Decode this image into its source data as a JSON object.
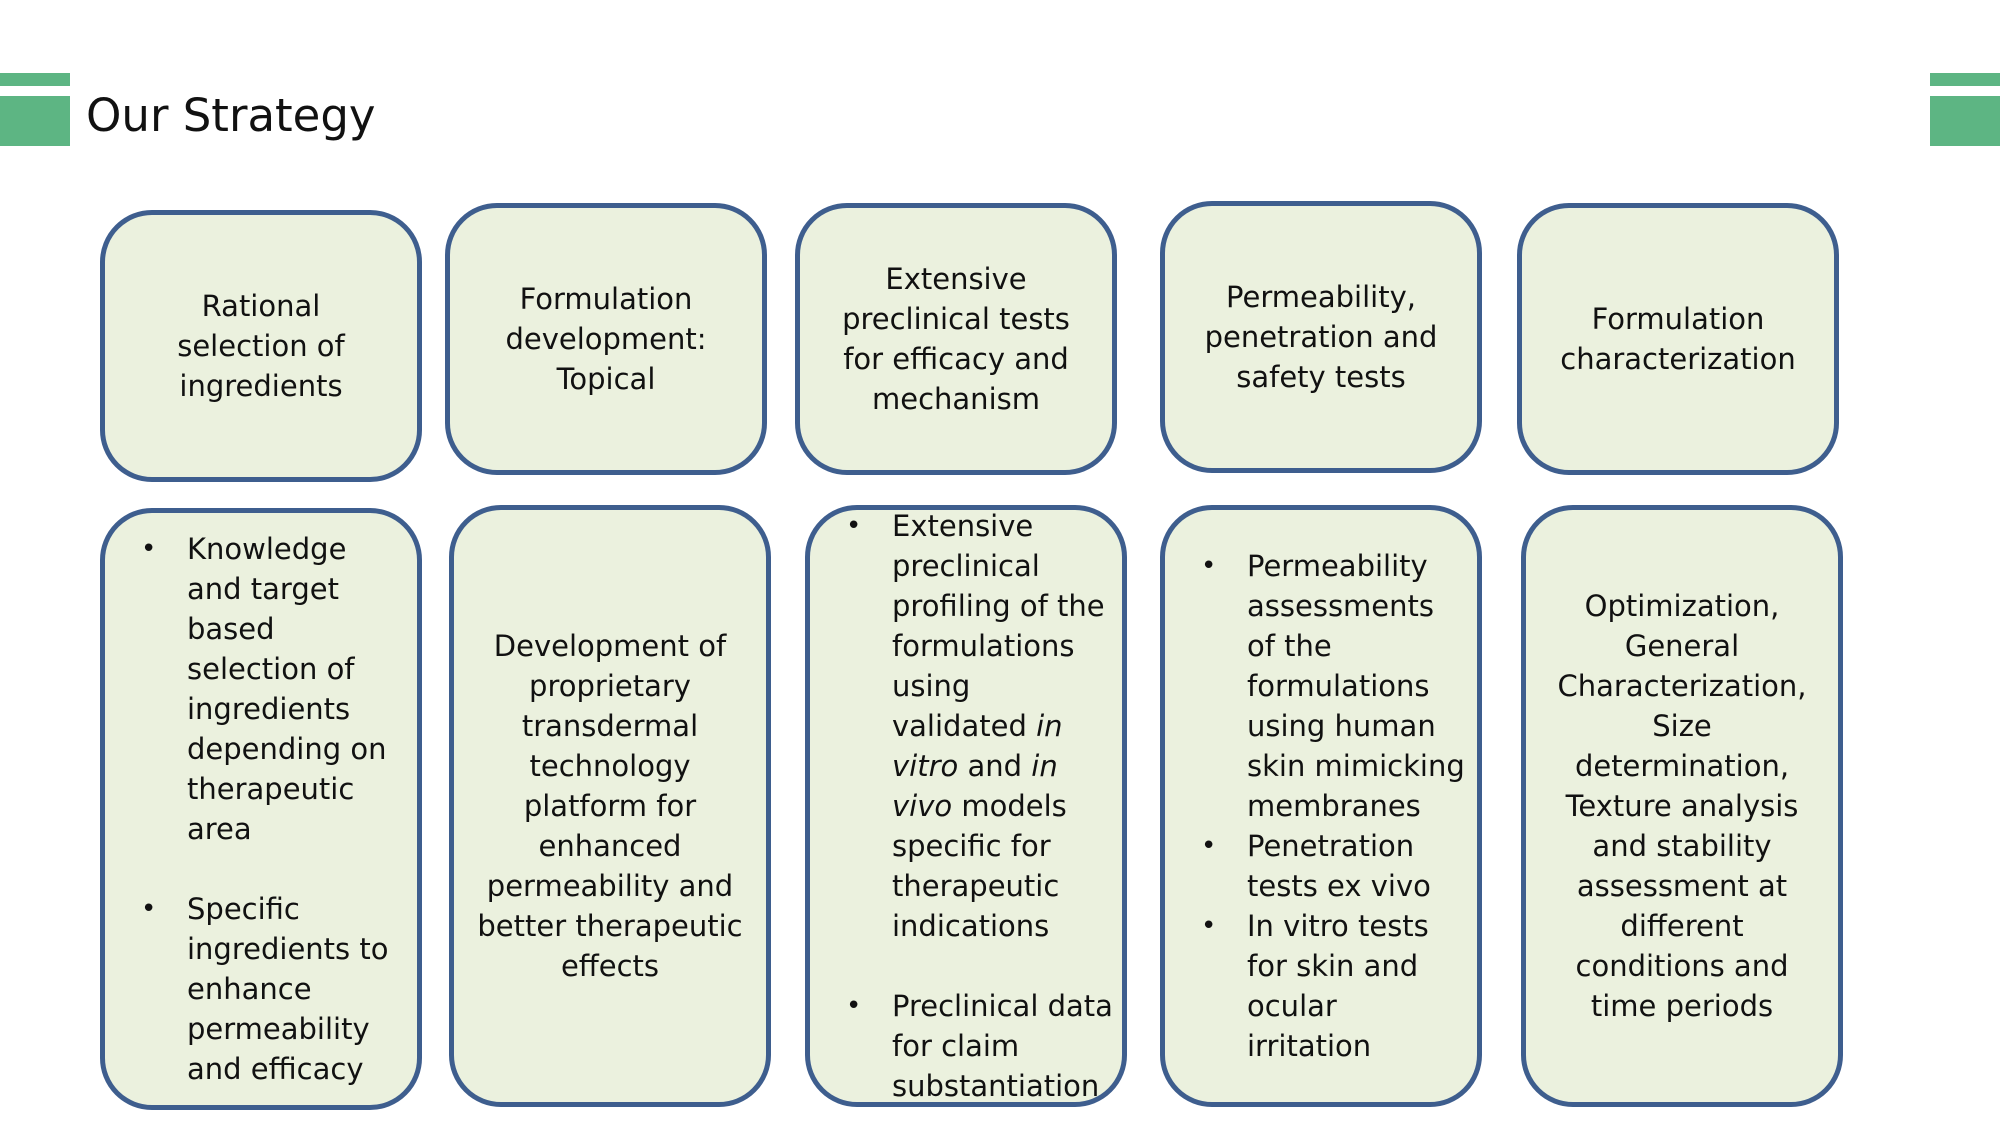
{
  "slide": {
    "title": "Our Strategy",
    "colors": {
      "accent_bars": "#5db583",
      "card_fill": "#ebf1de",
      "card_border": "#3e5e8e"
    }
  },
  "headers": [
    "Rational selection of ingredients",
    "Formulation development: Topical",
    "Extensive preclinical tests for efficacy and mechanism",
    "Permeability, penetration and safety tests",
    "Formulation characterization"
  ],
  "details": {
    "col1": {
      "b1": "Knowledge and target based selection of ingredients depending on therapeutic area",
      "b2": "Specific ingredients to enhance permeability and efficacy"
    },
    "col2": {
      "text": "Development of proprietary transdermal technology platform for enhanced permeability and better therapeutic effects"
    },
    "col3": {
      "b1_a": "Extensive preclinical profiling of the formulations using  validated ",
      "b1_it1": "in vitro",
      "b1_b": " and  ",
      "b1_it2": "in vivo",
      "b1_c": " models specific for therapeutic indications",
      "b2": "Preclinical data for claim substantiation"
    },
    "col4": {
      "b1": "Permeability assessments of the formulations using human skin mimicking membranes",
      "b2": "Penetration tests ex vivo",
      "b3": "In vitro tests for skin and ocular irritation"
    },
    "col5": {
      "text": "Optimization, General Characterization, Size determination, Texture analysis and stability assessment at different conditions and time periods"
    }
  }
}
